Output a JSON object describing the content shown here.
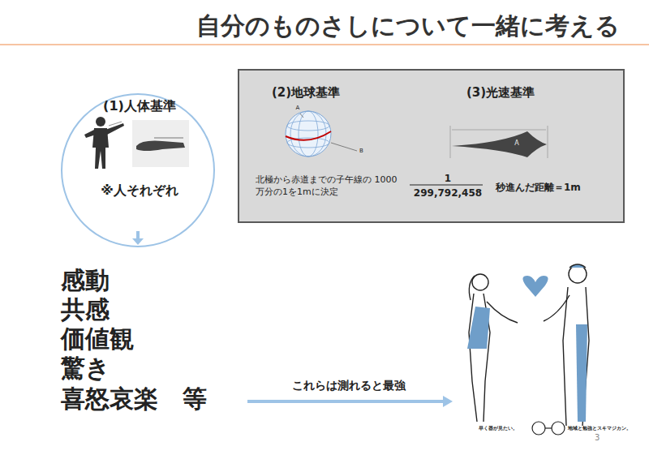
{
  "diagram": {
    "title": "自分のものさしについて一緒に考える",
    "nodes": [
      {
        "text": [
          "(1)人体基準",
          "※人それぞれ"
        ]
      },
      {
        "text": [
          "(2)地球基準",
          "北極から赤道までの子午線の 1000万分の1を1mに決定",
          "(3)光速基準",
          "1",
          "299,792,458",
          "秒進んだ距離＝1m"
        ]
      }
    ],
    "labels": [
      "感動",
      "共感",
      "価値観",
      "驚き",
      "喜怒哀楽　等",
      "これらは測れると最強",
      "A",
      "B",
      "A",
      "早く器が見たい。",
      "地域と勉強とスキマジカン。",
      "3"
    ]
  }
}
